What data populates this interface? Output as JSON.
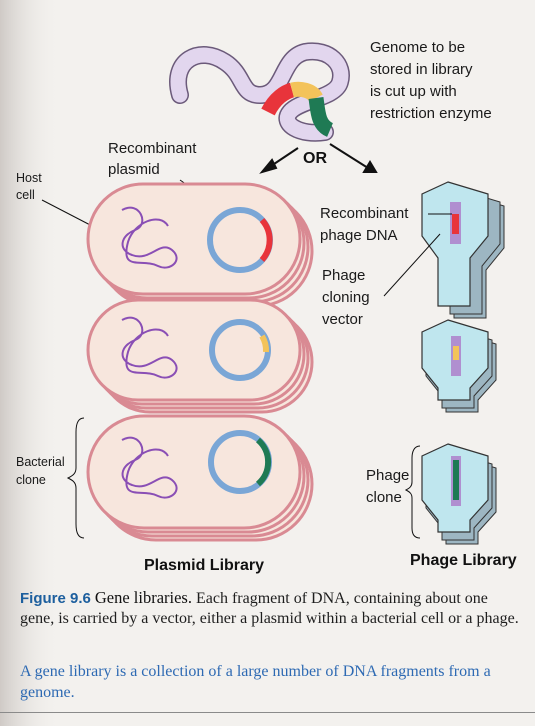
{
  "figure": {
    "labels": {
      "genome": [
        "Genome to be",
        "stored in library",
        "is cut up with",
        "restriction enzyme"
      ],
      "or": "OR",
      "recombinant_plasmid": [
        "Recombinant",
        "plasmid"
      ],
      "host_cell": [
        "Host",
        "cell"
      ],
      "recombinant_phage_dna": [
        "Recombinant",
        "phage DNA"
      ],
      "phage_cloning_vector": [
        "Phage",
        "cloning",
        "vector"
      ],
      "bacterial_clone": [
        "Bacterial",
        "clone"
      ],
      "phage_clone": [
        "Phage",
        "clone"
      ],
      "plasmid_library": "Plasmid Library",
      "phage_library": "Phage Library"
    },
    "colors": {
      "fragment_red": "#e8343b",
      "fragment_yellow": "#f3c35a",
      "fragment_green": "#1f7a54",
      "plasmid_ring": "#7aa6d6",
      "cell_fill": "#f7e6dd",
      "cell_edge": "#d98a93",
      "phage_fill": "#bfe6ee",
      "genome_fill": "#e2d6ee"
    }
  },
  "caption": {
    "figure_number": "Figure 9.6",
    "title": "Gene libraries.",
    "body": "Each fragment of DNA, containing about one gene, is carried by a vector, either a plasmid within a bacterial cell or a phage."
  },
  "summary": "A gene library is a collection of a large number of DNA fragments from a genome."
}
